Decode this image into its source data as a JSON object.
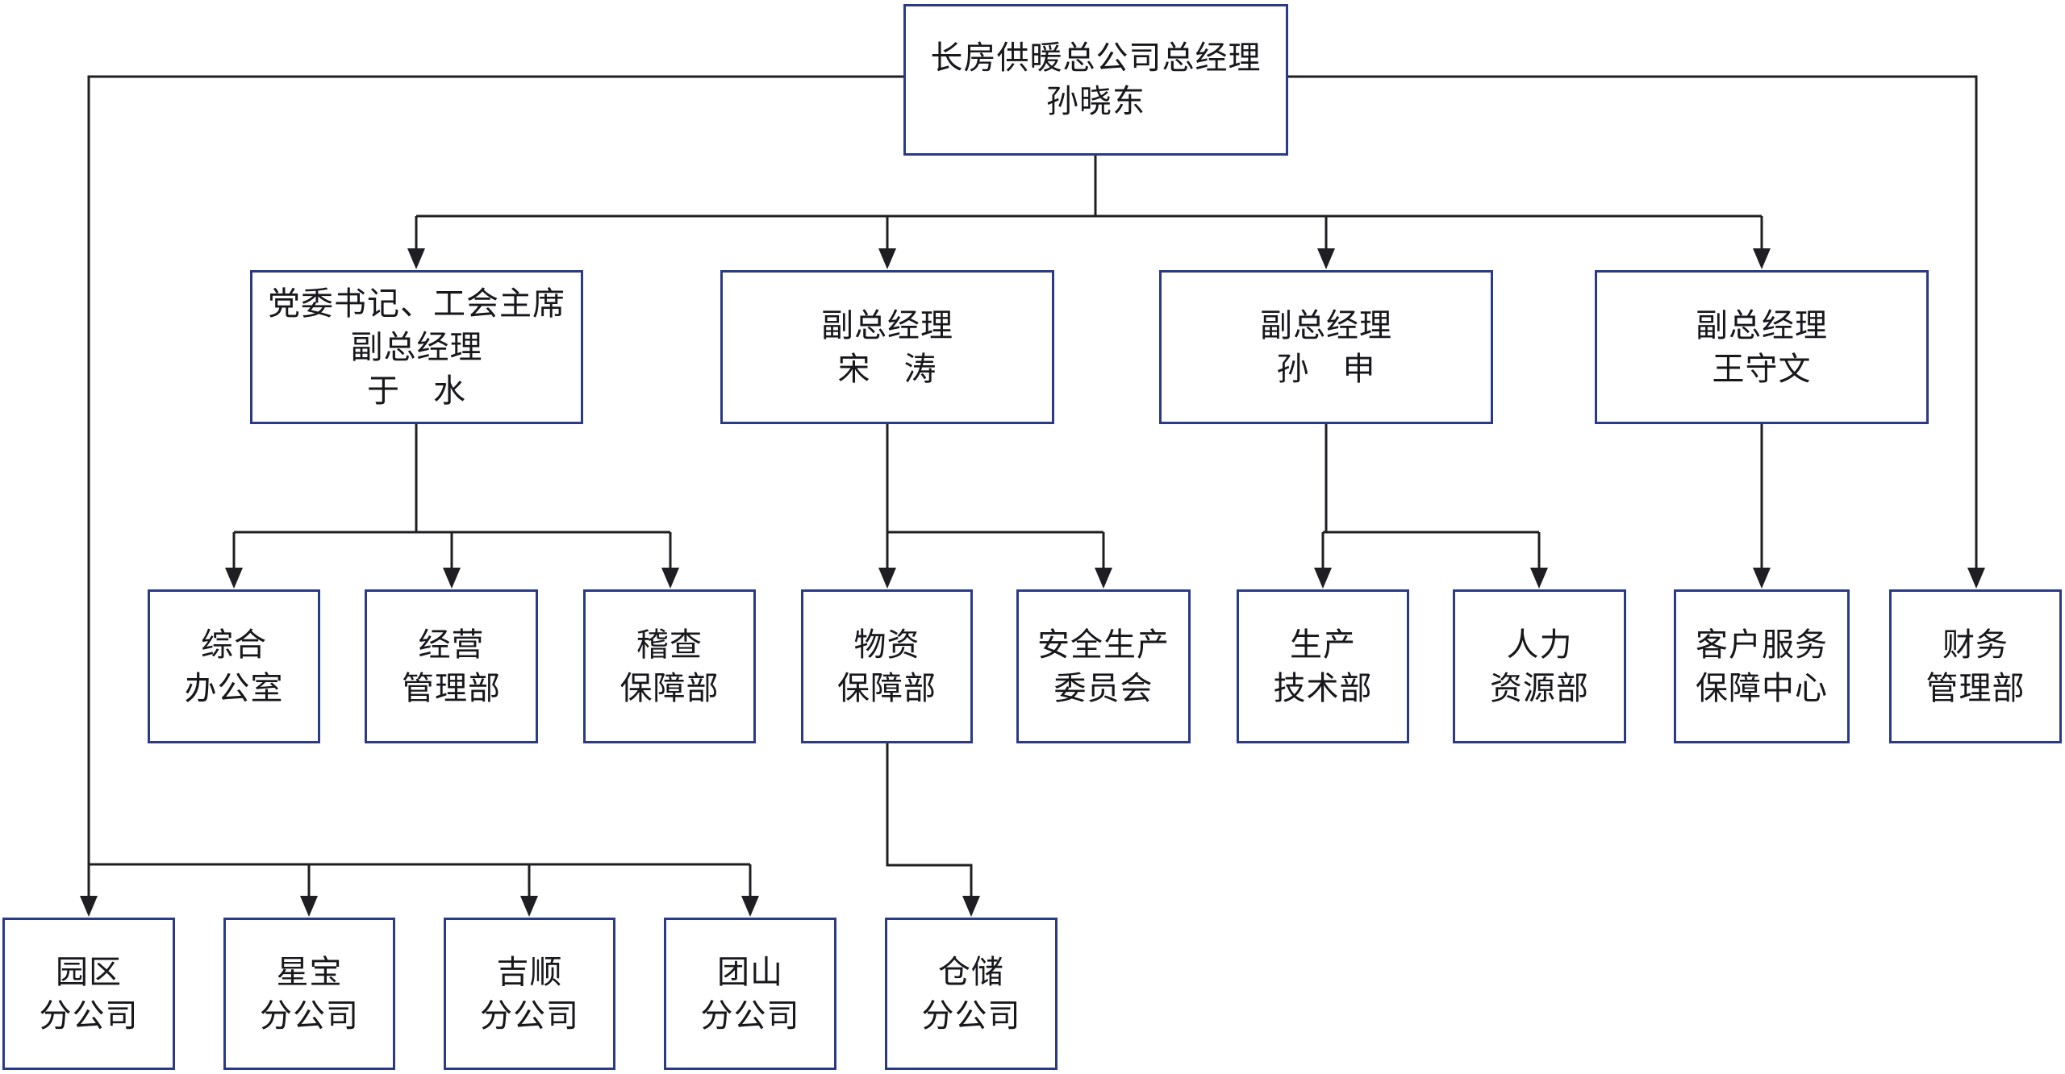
{
  "colors": {
    "box_border": "#2b3a85",
    "line": "#1f1f23",
    "text": "#17171c",
    "bg": "#ffffff"
  },
  "nodes": {
    "root": {
      "lines": [
        "长房供暖总公司总经理",
        "孙晓东"
      ]
    },
    "yu_shui": {
      "lines": [
        "党委书记、工会主席",
        "副总经理",
        "于　水"
      ]
    },
    "song_tao": {
      "lines": [
        "副总经理",
        "宋　涛"
      ]
    },
    "sun_shen": {
      "lines": [
        "副总经理",
        "孙　申"
      ]
    },
    "wang_shouwen": {
      "lines": [
        "副总经理",
        "王守文"
      ]
    },
    "zonghe_bangongshi": {
      "lines": [
        "综合",
        "办公室"
      ]
    },
    "jingying_guanlibu": {
      "lines": [
        "经营",
        "管理部"
      ]
    },
    "jicha_baozhangbu": {
      "lines": [
        "稽查",
        "保障部"
      ]
    },
    "wuzi_baozhangbu": {
      "lines": [
        "物资",
        "保障部"
      ]
    },
    "anquan_weiyuanhui": {
      "lines": [
        "安全生产",
        "委员会"
      ]
    },
    "shengchan_jishubu": {
      "lines": [
        "生产",
        "技术部"
      ]
    },
    "renli_ziyuanbu": {
      "lines": [
        "人力",
        "资源部"
      ]
    },
    "kehu_zhongxin": {
      "lines": [
        "客户服务",
        "保障中心"
      ]
    },
    "caiwu_guanlibu": {
      "lines": [
        "财务",
        "管理部"
      ]
    },
    "yuanqu_fengongsi": {
      "lines": [
        "园区",
        "分公司"
      ]
    },
    "xingbao_fengongsi": {
      "lines": [
        "星宝",
        "分公司"
      ]
    },
    "jishun_fengongsi": {
      "lines": [
        "吉顺",
        "分公司"
      ]
    },
    "tuanshan_fengongsi": {
      "lines": [
        "团山",
        "分公司"
      ]
    },
    "cangchu_fengongsi": {
      "lines": [
        "仓储",
        "分公司"
      ]
    }
  },
  "edges": [
    {
      "from": "root",
      "to": "yu_shui"
    },
    {
      "from": "root",
      "to": "song_tao"
    },
    {
      "from": "root",
      "to": "sun_shen"
    },
    {
      "from": "root",
      "to": "wang_shouwen"
    },
    {
      "from": "root",
      "to": "caiwu_guanlibu"
    },
    {
      "from": "root",
      "to": "yuanqu_fengongsi"
    },
    {
      "from": "root",
      "to": "xingbao_fengongsi"
    },
    {
      "from": "root",
      "to": "jishun_fengongsi"
    },
    {
      "from": "root",
      "to": "tuanshan_fengongsi"
    },
    {
      "from": "yu_shui",
      "to": "zonghe_bangongshi"
    },
    {
      "from": "yu_shui",
      "to": "jingying_guanlibu"
    },
    {
      "from": "yu_shui",
      "to": "jicha_baozhangbu"
    },
    {
      "from": "song_tao",
      "to": "wuzi_baozhangbu"
    },
    {
      "from": "song_tao",
      "to": "anquan_weiyuanhui"
    },
    {
      "from": "sun_shen",
      "to": "shengchan_jishubu"
    },
    {
      "from": "sun_shen",
      "to": "renli_ziyuanbu"
    },
    {
      "from": "wang_shouwen",
      "to": "kehu_zhongxin"
    },
    {
      "from": "wuzi_baozhangbu",
      "to": "cangchu_fengongsi"
    }
  ]
}
